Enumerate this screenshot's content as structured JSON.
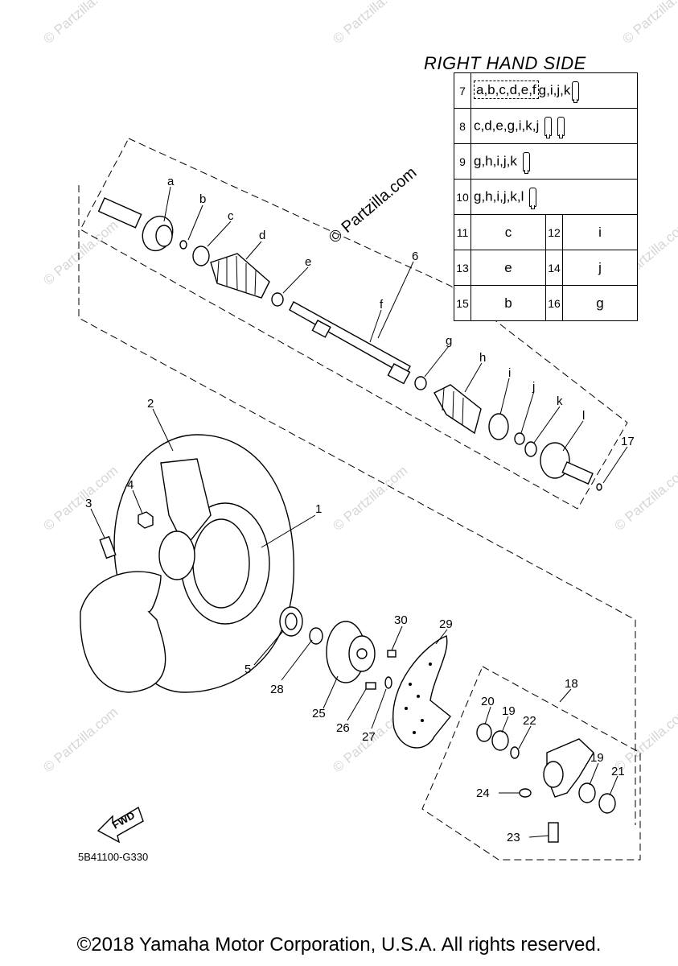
{
  "header": {
    "title": "RIGHT HAND SIDE"
  },
  "legend": {
    "rows": [
      {
        "num": "7",
        "prefix": "",
        "boxed": "a,b,c,d,e,f",
        "suffix": "g,i,j,k",
        "tubes": 1
      },
      {
        "num": "8",
        "prefix": "c,d,e,g,i,k,j",
        "boxed": "",
        "suffix": "",
        "tubes": 2
      },
      {
        "num": "9",
        "prefix": "g,h,i,j,k",
        "boxed": "",
        "suffix": "",
        "tubes": 1
      },
      {
        "num": "10",
        "prefix": "g,h,i,j,k,l",
        "boxed": "",
        "suffix": "",
        "tubes": 1
      }
    ],
    "pairs": [
      {
        "left_num": "11",
        "left_val": "c",
        "right_num": "12",
        "right_val": "i"
      },
      {
        "left_num": "13",
        "left_val": "e",
        "right_num": "14",
        "right_val": "j"
      },
      {
        "left_num": "15",
        "left_val": "b",
        "right_num": "16",
        "right_val": "g"
      }
    ]
  },
  "watermarks": {
    "center": "© Partzilla.com",
    "tile": "© Partzilla.com"
  },
  "callouts": {
    "a": "a",
    "b": "b",
    "c": "c",
    "d": "d",
    "e": "e",
    "f": "f",
    "g": "g",
    "h": "h",
    "i": "i",
    "j": "j",
    "k": "k",
    "l": "l",
    "n1": "1",
    "n2": "2",
    "n3": "3",
    "n4": "4",
    "n5": "5",
    "n6": "6",
    "n17": "17",
    "n18": "18",
    "n19a": "19",
    "n19b": "19",
    "n20": "20",
    "n21": "21",
    "n22": "22",
    "n23": "23",
    "n24": "24",
    "n25": "25",
    "n26": "26",
    "n27": "27",
    "n28": "28",
    "n29": "29",
    "n30": "30"
  },
  "fwd_label": "FWD",
  "diagram_code": "5B41100-G330",
  "copyright": "©2018 Yamaha Motor Corporation, U.S.A. All rights reserved."
}
